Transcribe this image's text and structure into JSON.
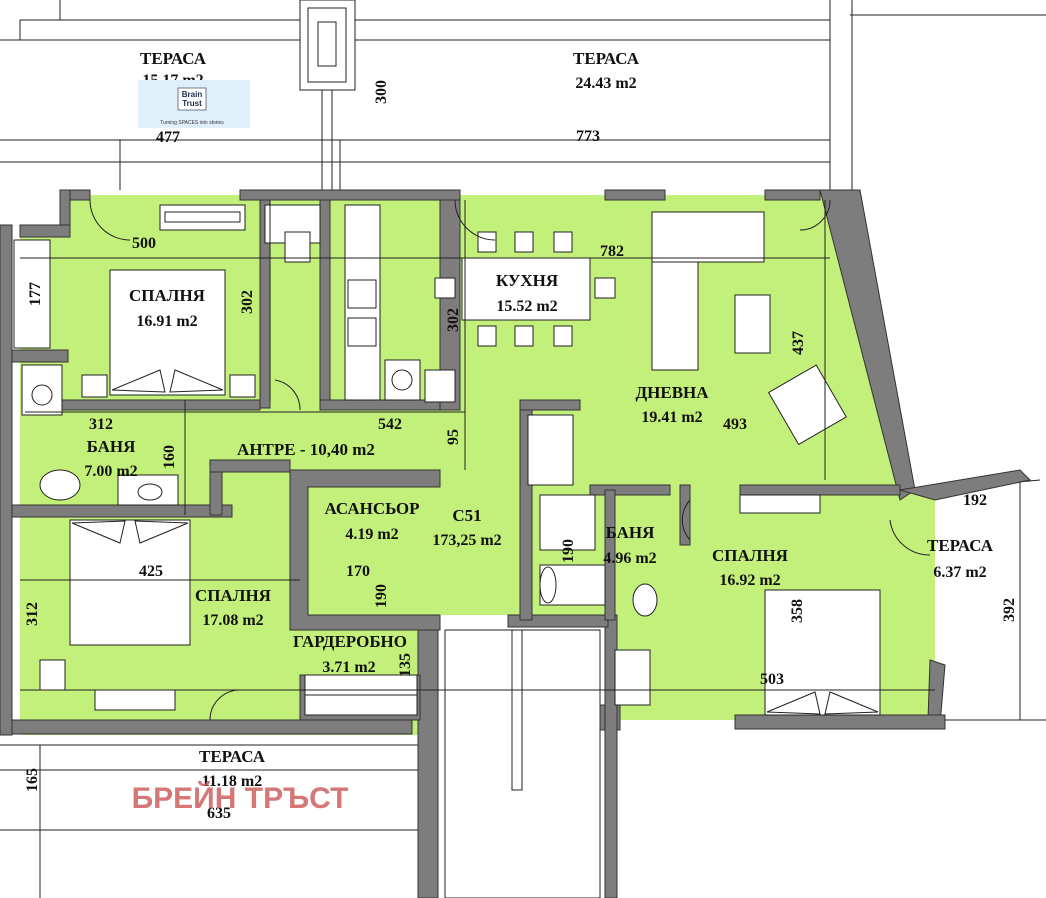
{
  "rooms": {
    "terrace_tl": {
      "name": "ТЕРАСА",
      "area": "15.17 m2"
    },
    "terrace_top": {
      "name": "ТЕРАСА",
      "area": "24.43 m2"
    },
    "bedroom_1": {
      "name": "СПАЛНЯ",
      "area": "16.91 m2"
    },
    "kitchen": {
      "name": "КУХНЯ",
      "area": "15.52 m2"
    },
    "living": {
      "name": "ДНЕВНА",
      "area": "19.41 m2"
    },
    "bath_1": {
      "name": "БАНЯ",
      "area": "7.00 m2"
    },
    "hall": {
      "label": "АНТРЕ - 10,40 m2"
    },
    "elevator": {
      "name": "АСАНСЬОР",
      "area": "4.19 m2"
    },
    "apartment": {
      "name": "C51",
      "area": "173,25 m2"
    },
    "bath_2": {
      "name": "БАНЯ",
      "area": "4.96 m2"
    },
    "bedroom_2": {
      "name": "СПАЛНЯ",
      "area": "16.92 m2"
    },
    "terrace_right": {
      "name": "ТЕРАСА",
      "area": "6.37 m2"
    },
    "bedroom_3": {
      "name": "СПАЛНЯ",
      "area": "17.08 m2"
    },
    "wardrobe": {
      "name": "ГАРДЕРОБНО",
      "area": "3.71 m2"
    },
    "terrace_bottom": {
      "name": "ТЕРАСА",
      "area": "11.18 m2"
    }
  },
  "dimensions": {
    "d300": "300",
    "d477": "477",
    "d773": "773",
    "d500": "500",
    "d782": "782",
    "d177": "177",
    "d302a": "302",
    "d302b": "302",
    "d437": "437",
    "d312a": "312",
    "d542": "542",
    "d95": "95",
    "d493": "493",
    "d160": "160",
    "d425": "425",
    "d170": "170",
    "d190a": "190",
    "d190b": "190",
    "d192": "192",
    "d392": "392",
    "d312b": "312",
    "d358": "358",
    "d135": "135",
    "d503": "503",
    "d165": "165",
    "d635": "635"
  },
  "watermark": "БРЕЙН ТРЪСТ",
  "logo": {
    "line1": "Brain",
    "line2": "Trust",
    "tagline": "Turning SPACES into stories"
  },
  "colors": {
    "floor": "#c3f07a",
    "wall": "#7d7d7d",
    "watermark": "#d06060",
    "logo_bg": "#dff0fb"
  }
}
